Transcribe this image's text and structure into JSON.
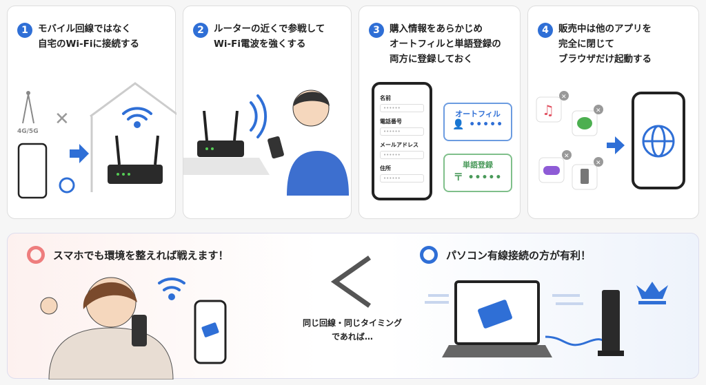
{
  "steps": [
    {
      "number": "1",
      "title": "モバイル回線ではなく\n自宅のWi-Fiに接続する",
      "label_network": "4G/5G"
    },
    {
      "number": "2",
      "title": "ルーターの近くで参戦して\nWi-Fi電波を強くする"
    },
    {
      "number": "3",
      "title": "購入情報をあらかじめ\nオートフィルと単語登録の\n両方に登録しておく",
      "form_fields": [
        "名前",
        "電話番号",
        "メールアドレス",
        "住所"
      ],
      "field_mask": "••••••",
      "bubble_autofill": "オートフィル",
      "bubble_dictionary": "単語登録",
      "bubble_mask": "•••••"
    },
    {
      "number": "4",
      "title": "販売中は他のアプリを\n完全に閉じて\nブラウザだけ起動する"
    }
  ],
  "comparison": {
    "left_title": "スマホでも環境を整えれば戦えます！",
    "right_title": "パソコン有線接続の方が有利！",
    "middle_line1": "同じ回線・同じタイミング",
    "middle_line2": "であれば…",
    "symbol": "<"
  },
  "colors": {
    "blue": "#2f6fd6",
    "red": "#ee7d7d",
    "green": "#5aa86a"
  }
}
